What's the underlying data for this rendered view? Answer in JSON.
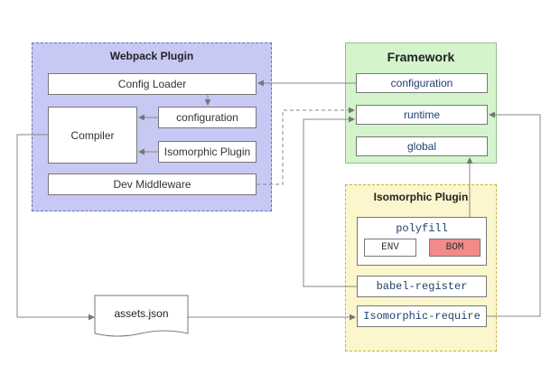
{
  "webpack_plugin": {
    "title": "Webpack Plugin",
    "config_loader": "Config Loader",
    "configuration": "configuration",
    "compiler": "Compiler",
    "isomorphic_plugin": "Isomorphic Plugin",
    "dev_middleware": "Dev Middleware"
  },
  "framework": {
    "title": "Framework",
    "configuration": "configuration",
    "runtime": "runtime",
    "global": "global"
  },
  "isomorphic_plugin": {
    "title": "Isomorphic Plugin",
    "polyfill": "polyfill",
    "env": "ENV",
    "bom": "BOM",
    "babel_register": "babel-register",
    "isomorphic_require": "Isomorphic-require"
  },
  "assets": "assets.json",
  "colors": {
    "webpack_bg": "#c8c8f4",
    "framework_bg": "#d4f4cc",
    "isomorphic_bg": "#fbf6cc",
    "bom": "#f28a8a"
  }
}
